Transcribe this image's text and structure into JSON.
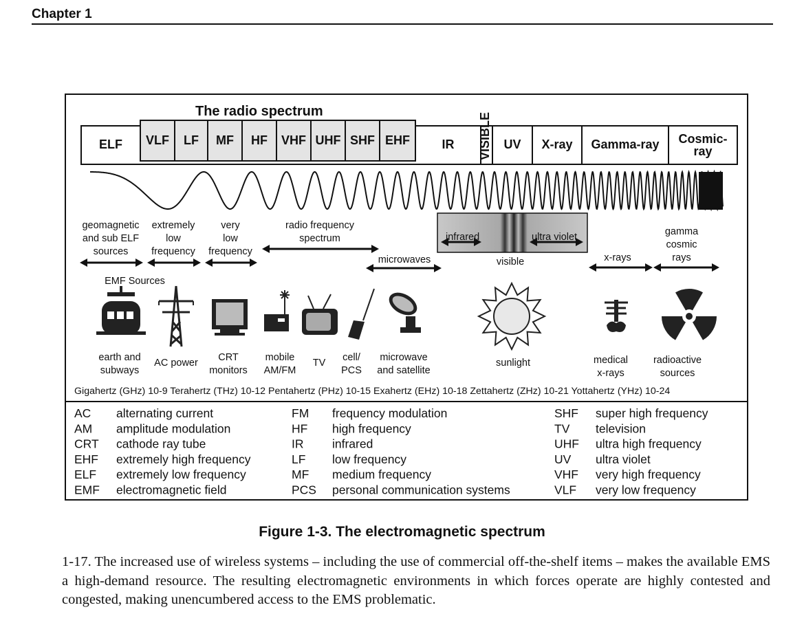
{
  "header": {
    "chapter": "Chapter 1"
  },
  "diagram": {
    "title": "The radio spectrum",
    "bands": [
      "ELF",
      "VLF",
      "LF",
      "MF",
      "HF",
      "VHF",
      "UHF",
      "SHF",
      "EHF",
      "IR",
      "VISIBLE",
      "UV",
      "X-ray",
      "Gamma-ray",
      "Cosmic-\nray"
    ],
    "sources": {
      "geomagnetic": "geomagnetic\nand sub ELF\nsources",
      "elf": "extremely\nlow\nfrequency",
      "vlf": "very\nlow\nfrequency",
      "rf": "radio frequency\nspectrum",
      "microwaves": "microwaves",
      "infrared": "infrared",
      "ultraviolet": "ultra violet",
      "visible": "visible",
      "xrays": "x-rays",
      "gamma": "gamma\ncosmic\nrays",
      "emf": "EMF Sources"
    },
    "icons": {
      "subway": "earth and\nsubways",
      "power": "AC power",
      "crt": "CRT\nmonitors",
      "radio": "mobile\nAM/FM",
      "tv": "TV",
      "cell": "cell/\nPCS",
      "microwave": "microwave\nand satellite",
      "sun": "sunlight",
      "xray": "medical\nx-rays",
      "radioactive": "radioactive\nsources"
    },
    "scale": "Gigahertz (GHz) 10-9 Terahertz (THz) 10-12 Pentahertz (PHz) 10-15 Exahertz (EHz) 10-18 Zettahertz (ZHz) 10-21 Yottahertz (YHz) 10-24"
  },
  "abbreviations": {
    "col1": [
      {
        "abbr": "AC",
        "def": "alternating current"
      },
      {
        "abbr": "AM",
        "def": "amplitude modulation"
      },
      {
        "abbr": "CRT",
        "def": "cathode ray tube"
      },
      {
        "abbr": "EHF",
        "def": "extremely high frequency"
      },
      {
        "abbr": "ELF",
        "def": "extremely low frequency"
      },
      {
        "abbr": "EMF",
        "def": "electromagnetic field"
      }
    ],
    "col2": [
      {
        "abbr": "FM",
        "def": "frequency modulation"
      },
      {
        "abbr": "HF",
        "def": "high frequency"
      },
      {
        "abbr": "IR",
        "def": "infrared"
      },
      {
        "abbr": "LF",
        "def": "low frequency"
      },
      {
        "abbr": "MF",
        "def": "medium frequency"
      },
      {
        "abbr": "PCS",
        "def": "personal communication systems"
      }
    ],
    "col3": [
      {
        "abbr": "SHF",
        "def": "super high frequency"
      },
      {
        "abbr": "TV",
        "def": "television"
      },
      {
        "abbr": "UHF",
        "def": "ultra high frequency"
      },
      {
        "abbr": "UV",
        "def": "ultra violet"
      },
      {
        "abbr": "VHF",
        "def": "very high frequency"
      },
      {
        "abbr": "VLF",
        "def": "very low frequency"
      }
    ]
  },
  "figure": {
    "caption": "Figure 1-3. The electromagnetic spectrum"
  },
  "paragraph": {
    "text": "1-17. The increased use of wireless systems – including the use of commercial off-the-shelf items – makes the available EMS a high-demand resource. The resulting electromagnetic environments in which forces operate are highly contested and congested, making unencumbered access to the EMS problematic."
  }
}
